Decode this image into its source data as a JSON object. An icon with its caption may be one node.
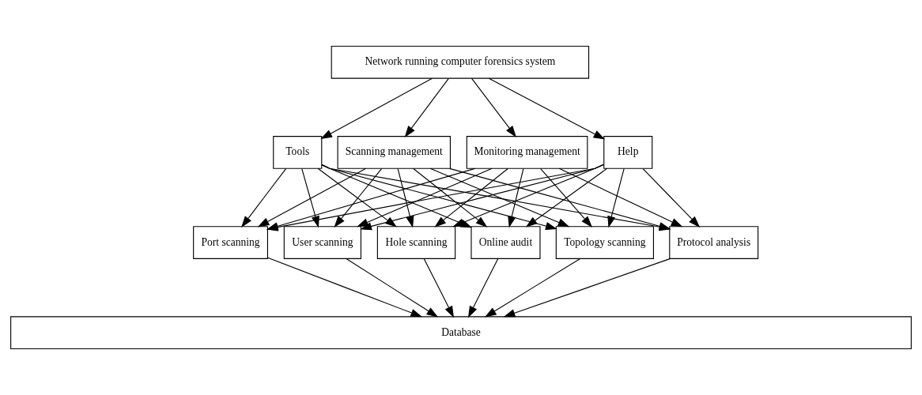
{
  "diagram": {
    "nodes": [
      {
        "text": [
          "Network running computer forensics system"
        ]
      },
      {
        "text": [
          "Tools"
        ]
      },
      {
        "text": [
          "Scanning management"
        ]
      },
      {
        "text": [
          "Monitoring management"
        ]
      },
      {
        "text": [
          "Help"
        ]
      },
      {
        "text": [
          "Port scanning"
        ]
      },
      {
        "text": [
          "User scanning"
        ]
      },
      {
        "text": [
          "Hole scanning"
        ]
      },
      {
        "text": [
          "Online audit"
        ]
      },
      {
        "text": [
          "Topology scanning"
        ]
      },
      {
        "text": [
          "Protocol analysis"
        ]
      },
      {
        "text": [
          "Database"
        ]
      }
    ],
    "edges": [
      {
        "from": 0,
        "to": 1,
        "arrow": "to"
      },
      {
        "from": 0,
        "to": 2,
        "arrow": "to"
      },
      {
        "from": 0,
        "to": 3,
        "arrow": "to"
      },
      {
        "from": 0,
        "to": 4,
        "arrow": "to"
      },
      {
        "from": 1,
        "to": 5,
        "arrow": "to"
      },
      {
        "from": 1,
        "to": 6,
        "arrow": "to"
      },
      {
        "from": 1,
        "to": 7,
        "arrow": "to"
      },
      {
        "from": 1,
        "to": 8,
        "arrow": "to"
      },
      {
        "from": 1,
        "to": 9,
        "arrow": "to"
      },
      {
        "from": 1,
        "to": 10,
        "arrow": "to"
      },
      {
        "from": 2,
        "to": 5,
        "arrow": "to"
      },
      {
        "from": 2,
        "to": 6,
        "arrow": "to"
      },
      {
        "from": 2,
        "to": 7,
        "arrow": "to"
      },
      {
        "from": 2,
        "to": 8,
        "arrow": "to"
      },
      {
        "from": 2,
        "to": 9,
        "arrow": "to"
      },
      {
        "from": 2,
        "to": 10,
        "arrow": "to"
      },
      {
        "from": 3,
        "to": 5,
        "arrow": "to"
      },
      {
        "from": 3,
        "to": 6,
        "arrow": "to"
      },
      {
        "from": 3,
        "to": 7,
        "arrow": "to"
      },
      {
        "from": 3,
        "to": 8,
        "arrow": "to"
      },
      {
        "from": 3,
        "to": 9,
        "arrow": "to"
      },
      {
        "from": 3,
        "to": 10,
        "arrow": "to"
      },
      {
        "from": 4,
        "to": 5,
        "arrow": "to"
      },
      {
        "from": 4,
        "to": 6,
        "arrow": "to"
      },
      {
        "from": 4,
        "to": 7,
        "arrow": "to"
      },
      {
        "from": 4,
        "to": 8,
        "arrow": "to"
      },
      {
        "from": 4,
        "to": 9,
        "arrow": "to"
      },
      {
        "from": 4,
        "to": 10,
        "arrow": "to"
      },
      {
        "from": 5,
        "to": 11,
        "arrow": "to"
      },
      {
        "from": 6,
        "to": 11,
        "arrow": "to"
      },
      {
        "from": 7,
        "to": 11,
        "arrow": "to"
      },
      {
        "from": 8,
        "to": 11,
        "arrow": "to"
      },
      {
        "from": 9,
        "to": 11,
        "arrow": "to"
      },
      {
        "from": 10,
        "to": 11,
        "arrow": "to"
      }
    ]
  }
}
